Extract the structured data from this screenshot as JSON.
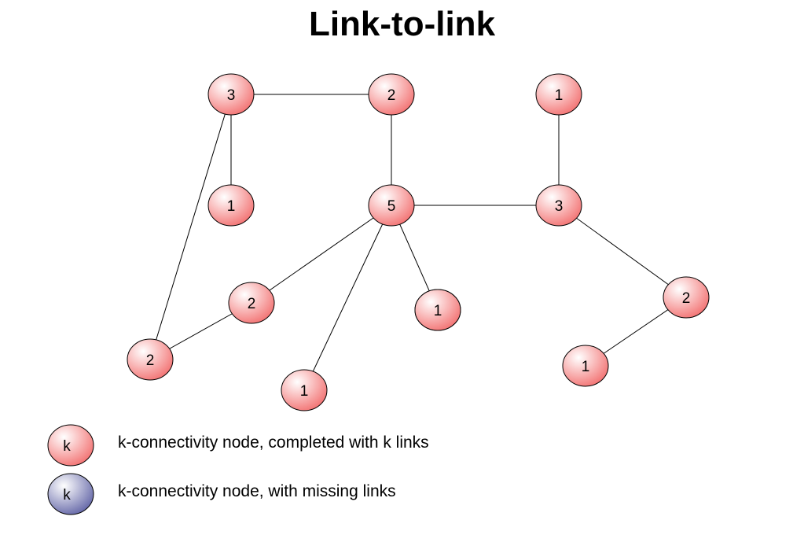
{
  "title": "Link-to-link",
  "colors": {
    "complete_fill": "#f26b6b",
    "missing_fill": "#5c5fa3",
    "stroke": "#000000"
  },
  "nodes": [
    {
      "id": "n1",
      "label": "3"
    },
    {
      "id": "n2",
      "label": "2"
    },
    {
      "id": "n3",
      "label": "1"
    },
    {
      "id": "n4",
      "label": "1"
    },
    {
      "id": "n5",
      "label": "5"
    },
    {
      "id": "n6",
      "label": "3"
    },
    {
      "id": "n7",
      "label": "2"
    },
    {
      "id": "n8",
      "label": "1"
    },
    {
      "id": "n9",
      "label": "2"
    },
    {
      "id": "n10",
      "label": "2"
    },
    {
      "id": "n11",
      "label": "1"
    },
    {
      "id": "n12",
      "label": "1"
    },
    {
      "id": "n13",
      "label": "1"
    }
  ],
  "edges": [
    [
      "n1",
      "n2"
    ],
    [
      "n1",
      "n4"
    ],
    [
      "n1",
      "n10"
    ],
    [
      "n2",
      "n5"
    ],
    [
      "n3",
      "n6"
    ],
    [
      "n5",
      "n6"
    ],
    [
      "n5",
      "n9"
    ],
    [
      "n5",
      "n8"
    ],
    [
      "n5",
      "n12"
    ],
    [
      "n9",
      "n10"
    ],
    [
      "n6",
      "n7"
    ],
    [
      "n7",
      "n13"
    ]
  ],
  "legend": [
    {
      "symbol": "k",
      "kind": "complete",
      "text": "k-connectivity node, completed with k links"
    },
    {
      "symbol": "k",
      "kind": "missing",
      "text": "k-connectivity node, with missing links"
    }
  ]
}
